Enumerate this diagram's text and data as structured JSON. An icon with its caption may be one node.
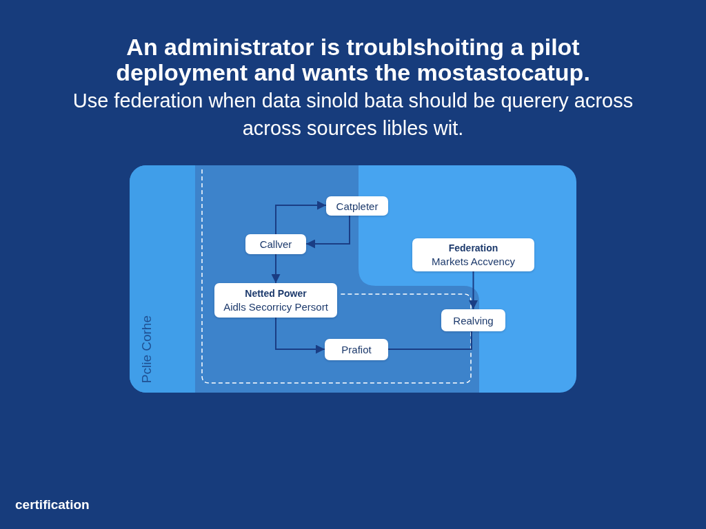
{
  "diagram": {
    "title": "An administrator is troublshoiting a pilot deployment and wants the mostastocatup.",
    "nodes": [
      {
        "text": [
          "Pclie Corhe"
        ]
      },
      {
        "text": [
          "Catpleter"
        ]
      },
      {
        "text": [
          "Callver"
        ]
      },
      {
        "text": [
          "Federation",
          "Markets Accvency"
        ]
      },
      {
        "text": [
          "Netted Power",
          "Aidls Secorricy Persort"
        ]
      },
      {
        "text": [
          "Realving"
        ]
      },
      {
        "text": [
          "Prafiot"
        ]
      }
    ],
    "edges": [
      {
        "from": 2,
        "to": 1,
        "arrow": "to"
      },
      {
        "from": 1,
        "to": 2,
        "arrow": "to"
      },
      {
        "from": 2,
        "to": 4,
        "arrow": "to"
      },
      {
        "from": 4,
        "to": 6,
        "arrow": "to"
      },
      {
        "from": 3,
        "to": 5,
        "arrow": "to"
      },
      {
        "from": 6,
        "to": 5,
        "arrow": "none"
      }
    ],
    "labels": [
      "Use federation when data sinold bata should be querery across across sources libles wit.",
      "certification"
    ]
  }
}
